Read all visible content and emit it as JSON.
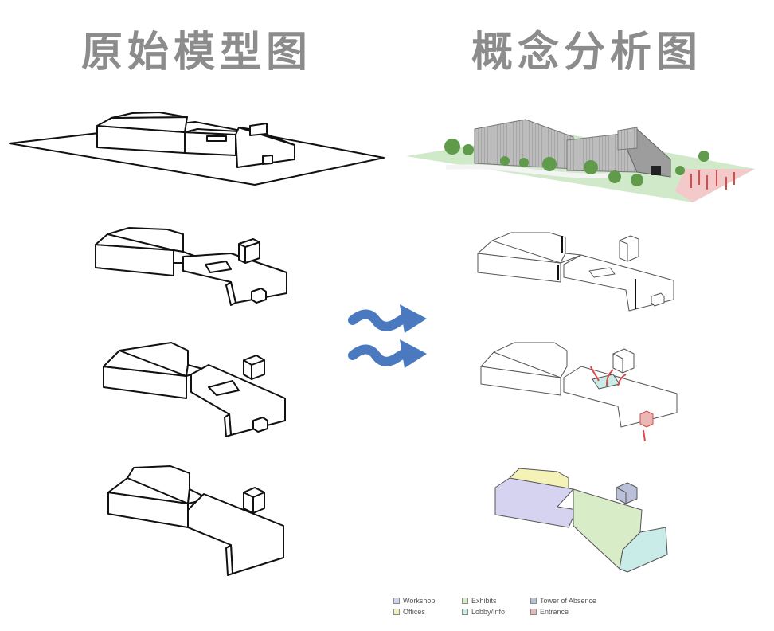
{
  "titles": {
    "left": "原始模型图",
    "right": "概念分析图"
  },
  "legend": [
    {
      "label": "Workshop",
      "color": "#d6d3f1"
    },
    {
      "label": "Exhibits",
      "color": "#d9ecc8"
    },
    {
      "label": "Tower of Absence",
      "color": "#b9c0d8"
    },
    {
      "label": "Offices",
      "color": "#f5f2b8"
    },
    {
      "label": "Lobby/Info",
      "color": "#c9ece8"
    },
    {
      "label": "Entrance",
      "color": "#eab6b6"
    }
  ],
  "colors": {
    "title": "#8c8c8c",
    "arrow": "#4a79c0",
    "grass": "#cfe9c9",
    "entrance": "#d94a4a"
  },
  "icons": {
    "transform-arrows": "wavy-right-arrow"
  }
}
